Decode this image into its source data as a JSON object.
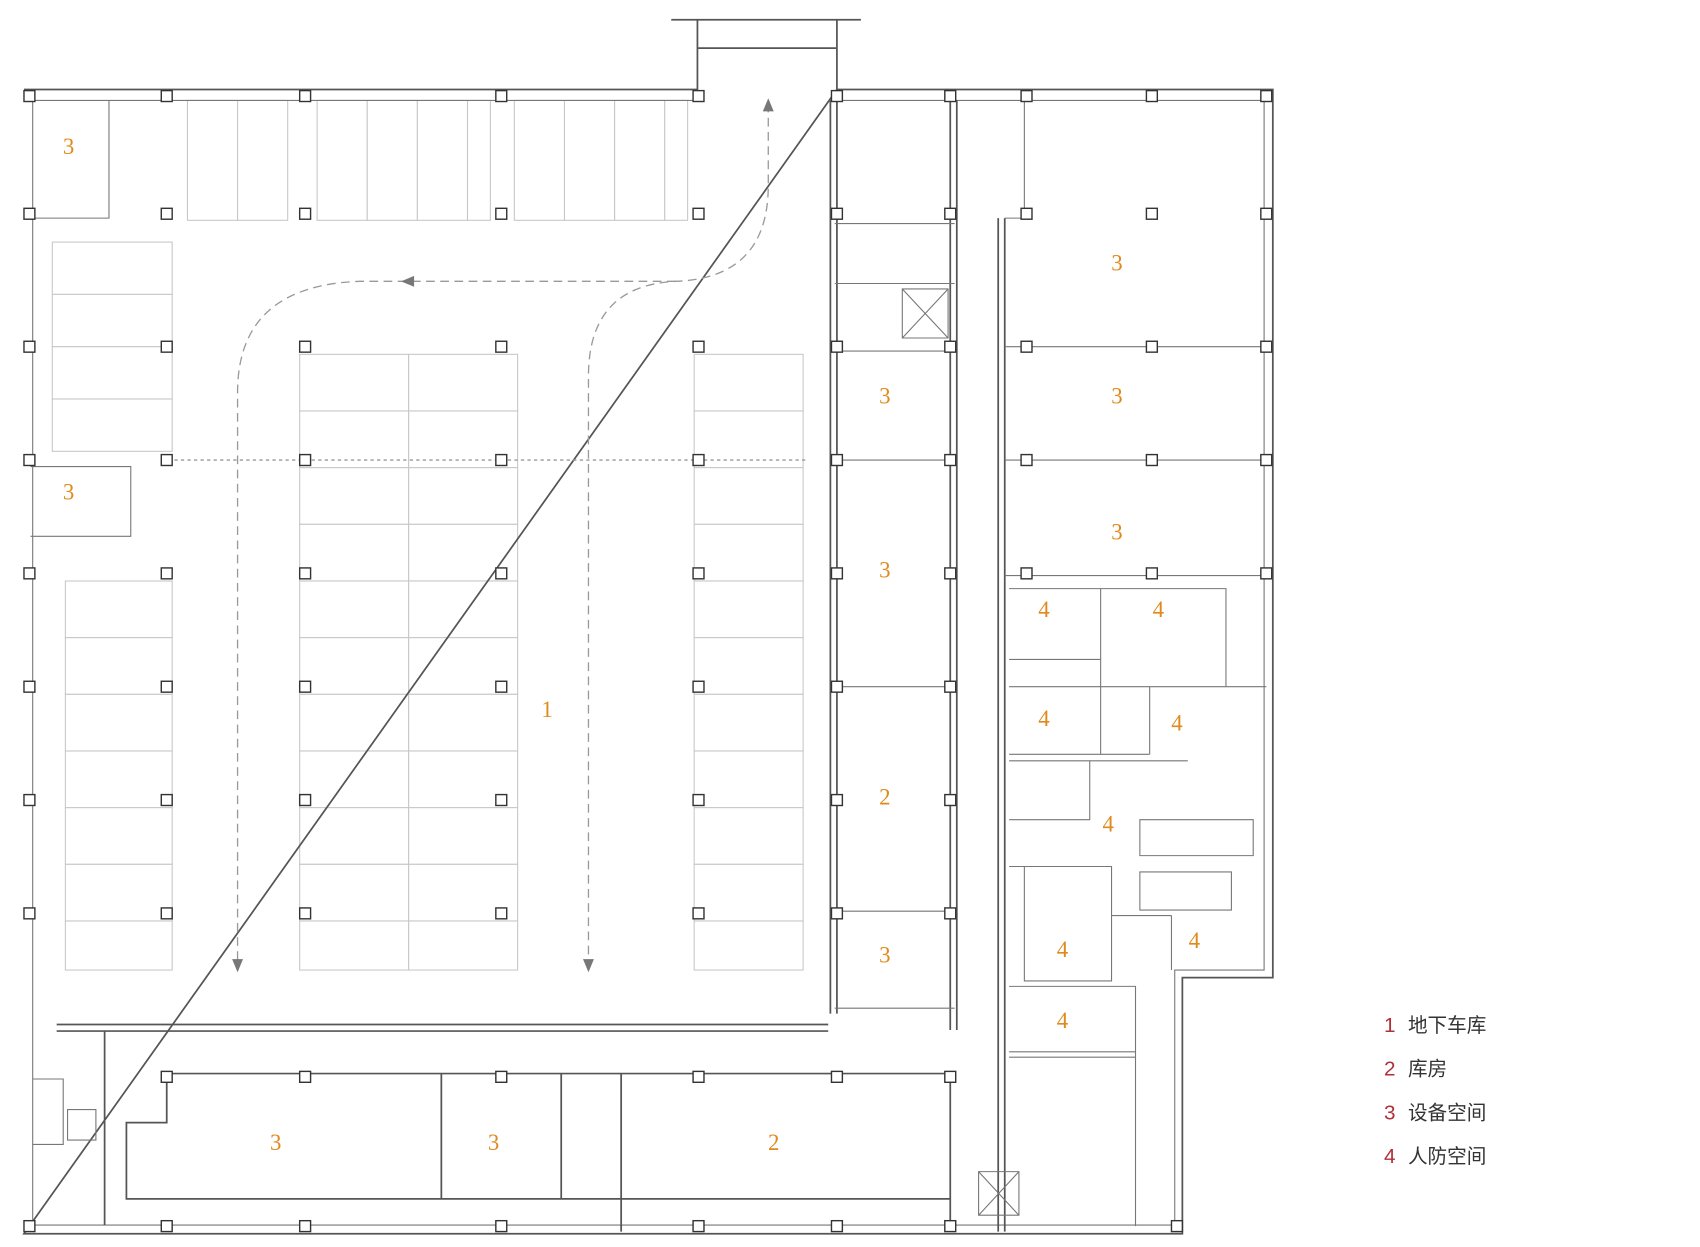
{
  "colors": {
    "room_number": "#e08a1e",
    "legend_number": "#b0303a",
    "wall": "#555555",
    "stall": "#c8c8c8"
  },
  "rooms": [
    "3",
    "3",
    "1",
    "3",
    "3",
    "2",
    "3",
    "3",
    "3",
    "3",
    "4",
    "4",
    "4",
    "4",
    "4",
    "4",
    "4",
    "4",
    "3",
    "3",
    "2"
  ],
  "legend": [
    {
      "num": "1",
      "label": "地下车库"
    },
    {
      "num": "2",
      "label": "库房"
    },
    {
      "num": "3",
      "label": "设备空间"
    },
    {
      "num": "4",
      "label": "人防空间"
    }
  ]
}
